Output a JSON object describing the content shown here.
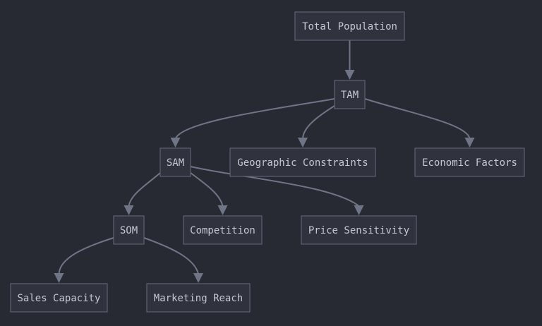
{
  "diagram": {
    "nodes": [
      {
        "id": "total-population",
        "label": "Total Population"
      },
      {
        "id": "tam",
        "label": "TAM"
      },
      {
        "id": "sam",
        "label": "SAM"
      },
      {
        "id": "geographic-constraints",
        "label": "Geographic Constraints"
      },
      {
        "id": "economic-factors",
        "label": "Economic Factors"
      },
      {
        "id": "som",
        "label": "SOM"
      },
      {
        "id": "competition",
        "label": "Competition"
      },
      {
        "id": "price-sensitivity",
        "label": "Price Sensitivity"
      },
      {
        "id": "sales-capacity",
        "label": "Sales Capacity"
      },
      {
        "id": "marketing-reach",
        "label": "Marketing Reach"
      }
    ],
    "edges": [
      {
        "from": "total-population",
        "to": "tam"
      },
      {
        "from": "tam",
        "to": "sam"
      },
      {
        "from": "tam",
        "to": "geographic-constraints"
      },
      {
        "from": "tam",
        "to": "economic-factors"
      },
      {
        "from": "sam",
        "to": "som"
      },
      {
        "from": "sam",
        "to": "competition"
      },
      {
        "from": "sam",
        "to": "price-sensitivity"
      },
      {
        "from": "som",
        "to": "sales-capacity"
      },
      {
        "from": "som",
        "to": "marketing-reach"
      }
    ],
    "colors": {
      "background": "#282a33",
      "node_fill": "#30333e",
      "node_stroke": "#5c6273",
      "edge": "#6f7587",
      "text": "#c3c8d3"
    }
  }
}
